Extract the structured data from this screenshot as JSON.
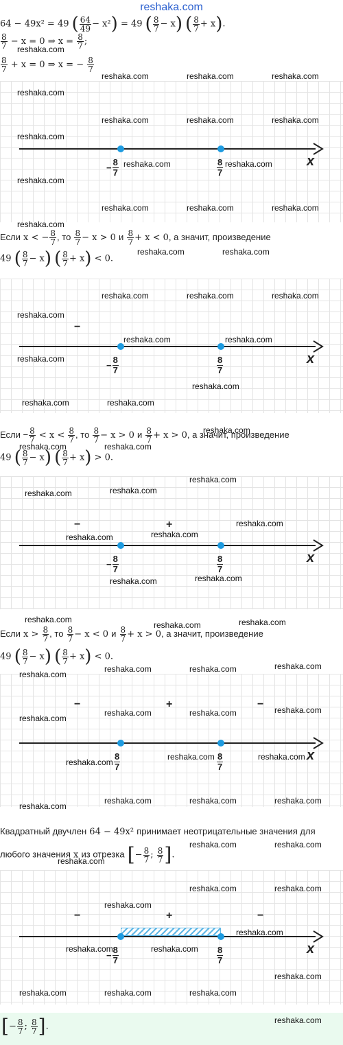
{
  "site": {
    "brand": "reshaka.com"
  },
  "watermark": "reshaka.com",
  "colors": {
    "point": "#1e9be0",
    "hatch": "#5fb7e6",
    "answer_bg": "#eafaef",
    "brand": "#2a5fcf"
  },
  "math": {
    "line1_a": "64 − 49x² = 49",
    "line1_b": "64",
    "line1_c": "49",
    "line1_d": "− x²",
    "line1_e": "= 49",
    "line1_f": "8",
    "line1_g": "7",
    "line1_h": "− x",
    "line1_i": "+ x",
    "line2_a": "− x = 0 ⇒ x =",
    "line2_b": ";",
    "line3_a": "+ x = 0 ⇒ x = −",
    "n8": "8",
    "d7": "7",
    "cond1_prefix": "Если",
    "cond1_m1": "x < −",
    "cond1_to": ", то",
    "cond1_m2": "− x > 0",
    "cond1_and": "и",
    "cond1_m3": "+ x < 0",
    "cond1_tail": ", а значит, произведение",
    "prod1_a": "49",
    "prod1_m": "− x",
    "prod1_p": "+ x",
    "prod1_res": "< 0.",
    "cond2_prefix": "Если −",
    "cond2_m1": "< x <",
    "cond2_to": ", то",
    "cond2_m2": "− x > 0",
    "cond2_and": "и",
    "cond2_m3": "+ x > 0",
    "cond2_tail": ", а значит, произведение",
    "prod2_res": "> 0.",
    "cond3_prefix": "Если",
    "cond3_m1": "x >",
    "cond3_to": ", то",
    "cond3_m2": "− x < 0",
    "cond3_and": "и",
    "cond3_m3": "+ x > 0",
    "cond3_tail": ", а значит, произведение",
    "prod3_res": "< 0.",
    "concl_line1_a": "Квадратный двучлен",
    "concl_line1_m": "64 − 49x²",
    "concl_line1_b": "принимает неотрицательные значения для",
    "concl_line2_a": "любого значения",
    "concl_line2_x": "x",
    "concl_line2_b": "из отрезка",
    "minus_sep": "−",
    "semicolon": ";",
    "answer_end": "."
  },
  "number_line": {
    "axis_label": "x",
    "left_point_sign": "−",
    "left_point_num": "8",
    "left_point_den": "7",
    "right_point_num": "8",
    "right_point_den": "7",
    "sign_minus": "−",
    "sign_plus": "+"
  }
}
